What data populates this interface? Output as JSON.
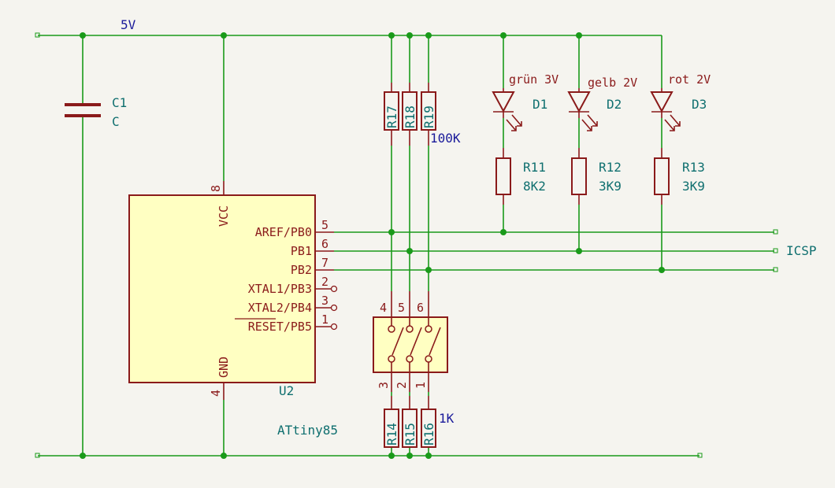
{
  "net_labels": {
    "supply": "5V",
    "connector": "ICSP"
  },
  "capacitor": {
    "ref": "C1",
    "value": "C"
  },
  "mcu": {
    "ref": "U2",
    "value": "ATtiny85",
    "vcc_label": "VCC",
    "gnd_label": "GND",
    "vcc_pin": "8",
    "gnd_pin": "4",
    "pins": [
      {
        "num": "5",
        "name": "AREF/PB0"
      },
      {
        "num": "6",
        "name": "PB1"
      },
      {
        "num": "7",
        "name": "PB2"
      },
      {
        "num": "2",
        "name": "XTAL1/PB3"
      },
      {
        "num": "3",
        "name": "XTAL2/PB4"
      },
      {
        "num": "1",
        "name": "RESET/PB5"
      }
    ]
  },
  "pullups": {
    "value": "100K",
    "refs": [
      "R17",
      "R18",
      "R19"
    ]
  },
  "pulldowns": {
    "value": "1K",
    "refs": [
      "R14",
      "R15",
      "R16"
    ]
  },
  "switch": {
    "top_pins": [
      "4",
      "5",
      "6"
    ],
    "bottom_pins": [
      "3",
      "2",
      "1"
    ]
  },
  "leds": [
    {
      "ref": "D1",
      "label": "grün 3V",
      "res_ref": "R11",
      "res_value": "8K2"
    },
    {
      "ref": "D2",
      "label": "gelb 2V",
      "res_ref": "R12",
      "res_value": "3K9"
    },
    {
      "ref": "D3",
      "label": "rot 2V",
      "res_ref": "R13",
      "res_value": "3K9"
    }
  ],
  "colors": {
    "wire": "#1a9a1a",
    "component": "#8a1a1a",
    "ic_fill": "#ffffc2",
    "reference": "#0f6f6f",
    "net": "#1a1a9a"
  }
}
